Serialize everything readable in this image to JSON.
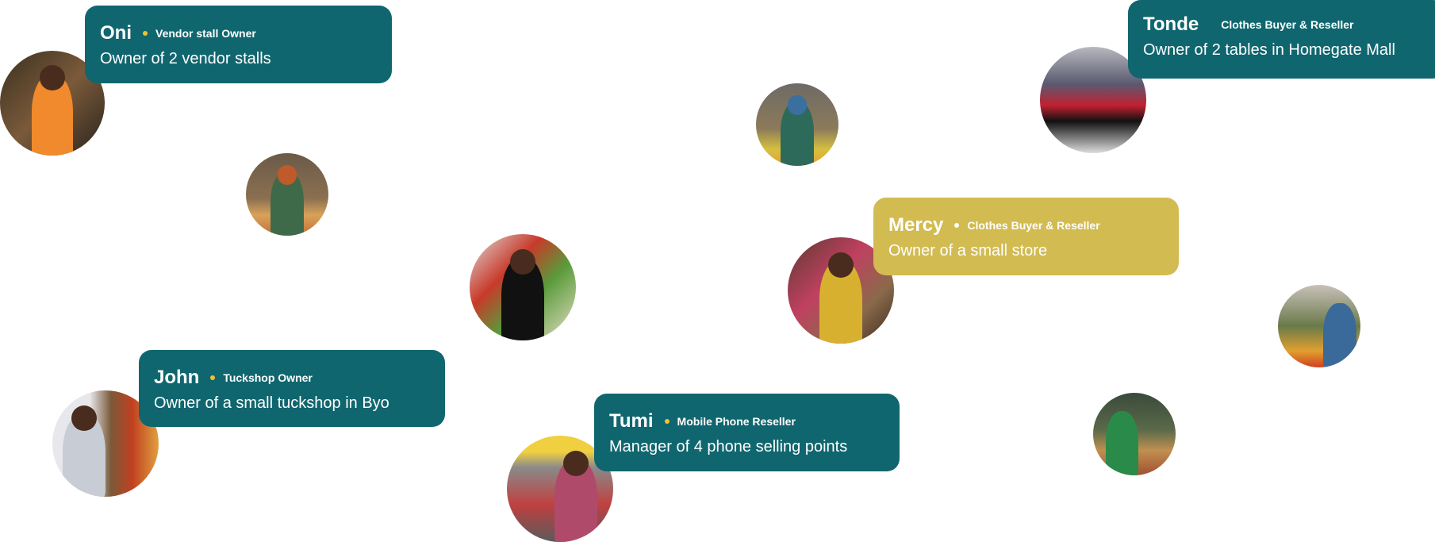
{
  "profiles": [
    {
      "name": "Oni",
      "role": "Vendor stall Owner",
      "description": "Owner of 2 vendor stalls"
    },
    {
      "name": "Tonde",
      "role": "Clothes Buyer & Reseller",
      "description": "Owner of 2 tables in Homegate Mall"
    },
    {
      "name": "Mercy",
      "role": "Clothes Buyer & Reseller",
      "description": "Owner of a small store"
    },
    {
      "name": "John",
      "role": "Tuckshop Owner",
      "description": "Owner of a small tuckshop in Byo"
    },
    {
      "name": "Tumi",
      "role": "Mobile Phone Reseller",
      "description": "Manager of 4 phone selling points"
    }
  ],
  "colors": {
    "card": "#10666f",
    "highlight_card": "#d2bb51",
    "dot": "#f2c12e"
  }
}
